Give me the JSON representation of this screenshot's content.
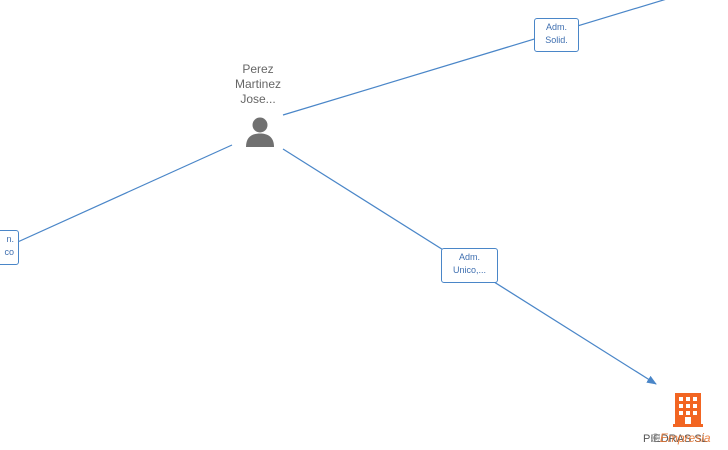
{
  "person": {
    "name_line1": "Perez",
    "name_line2": "Martinez",
    "name_line3": "Jose..."
  },
  "relations": {
    "solid": {
      "line1": "Adm.",
      "line2": "Solid."
    },
    "unico": {
      "line1": "Adm.",
      "line2": "Unico,..."
    },
    "left": {
      "line1": "n.",
      "line2": "co"
    }
  },
  "company": {
    "name": "PIEDRAS SL",
    "icon": "building-icon"
  },
  "watermark": {
    "symbol": "©",
    "text": "Empresia"
  },
  "colors": {
    "edge": "#4a86c8",
    "label_border": "#4a86c8",
    "label_text": "#3f6fb0",
    "person_icon": "#707070",
    "company_icon": "#f26522",
    "watermark": "#e8742f"
  }
}
